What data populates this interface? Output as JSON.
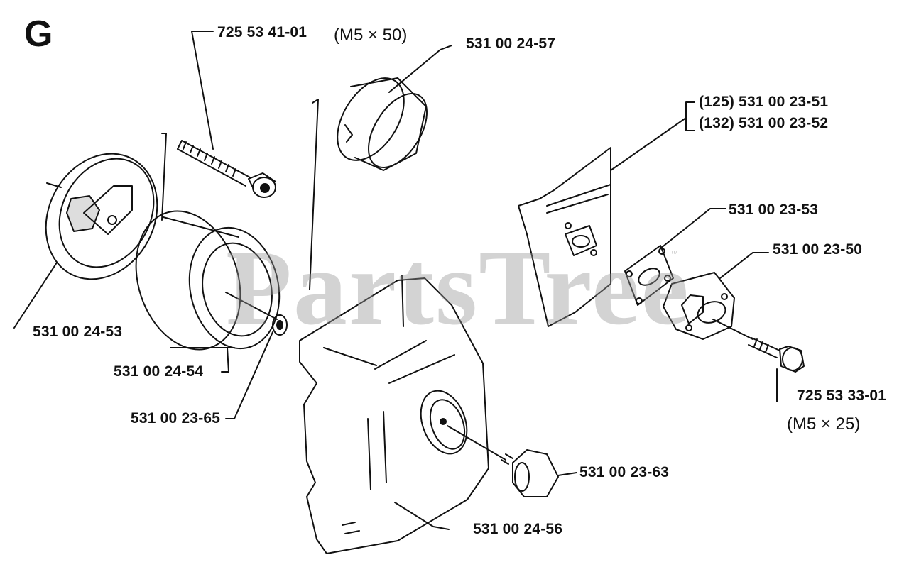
{
  "diagram": {
    "section_letter": "G",
    "watermark": "PartsTree",
    "watermark_mark": "™",
    "parts": [
      {
        "id": "screw_top",
        "number": "725 53 41-01"
      },
      {
        "id": "spec_top",
        "spec": "(M5 × 50)"
      },
      {
        "id": "cap_top",
        "number": "531 00 24-57"
      },
      {
        "id": "starter_cover",
        "number": "531 00 24-53"
      },
      {
        "id": "filter",
        "number": "531 00 24-54"
      },
      {
        "id": "washer",
        "number": "531 00 23-65"
      },
      {
        "id": "gasket_125",
        "number": "(125) 531 00 23-51"
      },
      {
        "id": "gasket_132",
        "number": "(132) 531 00 23-52"
      },
      {
        "id": "gasket_small",
        "number": "531 00 23-53"
      },
      {
        "id": "adapter",
        "number": "531 00 23-50"
      },
      {
        "id": "screw_right",
        "number": "725 53 33-01"
      },
      {
        "id": "spec_right",
        "spec": "(M5 × 25)"
      },
      {
        "id": "knob",
        "number": "531 00 23-63"
      },
      {
        "id": "air_cover",
        "number": "531 00 24-56"
      }
    ]
  }
}
